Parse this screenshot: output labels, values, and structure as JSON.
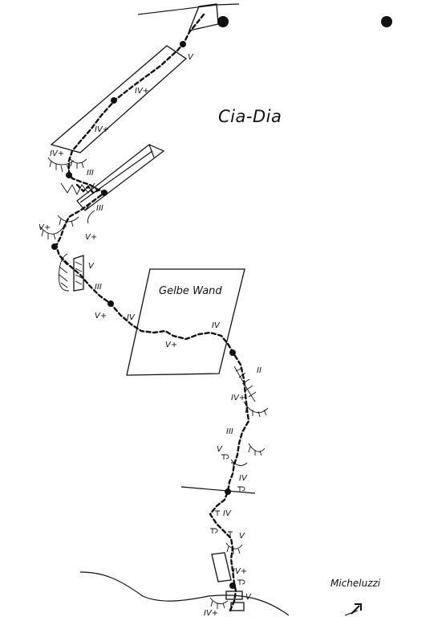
{
  "title": "Cia-Dia",
  "wall_label": "Gelbe Wand",
  "author": "Micheluzzi",
  "icons": {
    "author_arrow": "arrow-up-right-icon"
  },
  "grades": [
    "V",
    "IV+",
    "IV+",
    "IV+",
    "III",
    "III",
    "V+",
    "V+",
    "V",
    "III",
    "V+",
    "IV",
    "IV",
    "V+",
    "II",
    "IV+",
    "III",
    "V",
    "IV",
    "IV",
    "V",
    "IV+",
    "V",
    "IV+"
  ]
}
